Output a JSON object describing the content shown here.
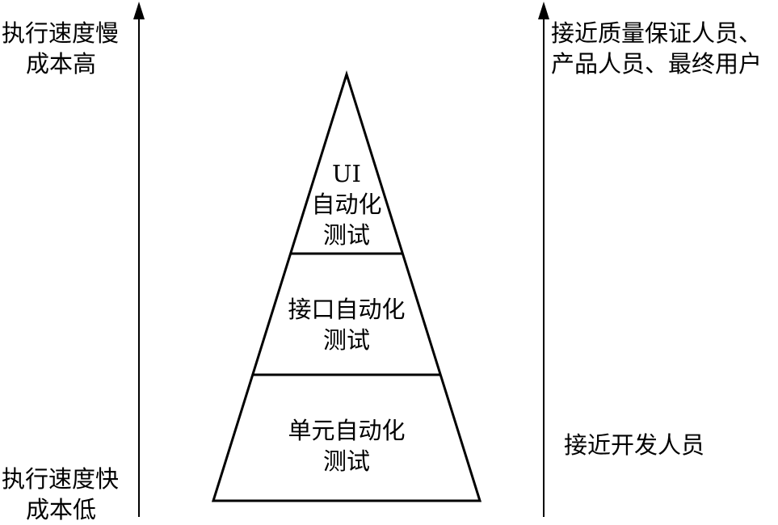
{
  "left_axis": {
    "top_line1": "执行速度慢",
    "top_line2": "成本高",
    "bottom_line1": "执行速度快",
    "bottom_line2": "成本低"
  },
  "right_axis": {
    "top_line1": "接近质量保证人员、",
    "top_line2": "产品人员、最终用户",
    "bottom_line1": "接近开发人员"
  },
  "pyramid": {
    "top": {
      "line1": "UI",
      "line2": "自动化",
      "line3": "测试"
    },
    "middle": {
      "line1": "接口自动化",
      "line2": "测试"
    },
    "bottom": {
      "line1": "单元自动化",
      "line2": "测试"
    }
  }
}
